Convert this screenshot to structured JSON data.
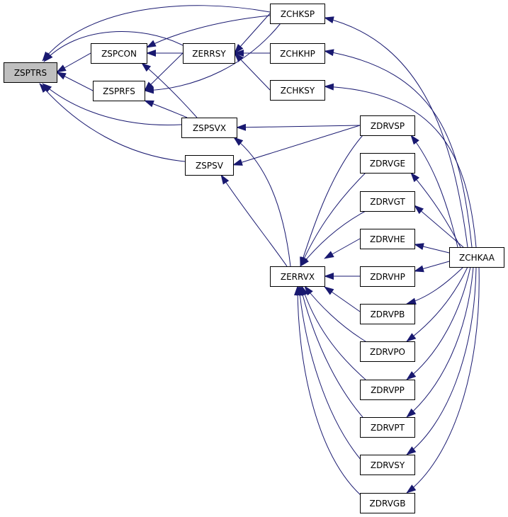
{
  "colors": {
    "edge": "#191970",
    "highlight_fill": "#bfbfbf",
    "node_fill": "#ffffff",
    "node_border": "#000000"
  },
  "nodes": [
    {
      "id": "ZSPTRS",
      "label": "ZSPTRS",
      "highlight": true
    },
    {
      "id": "ZSPCON",
      "label": "ZSPCON"
    },
    {
      "id": "ZSPRFS",
      "label": "ZSPRFS"
    },
    {
      "id": "ZERRSY",
      "label": "ZERRSY"
    },
    {
      "id": "ZSPSVX",
      "label": "ZSPSVX"
    },
    {
      "id": "ZSPSV",
      "label": "ZSPSV"
    },
    {
      "id": "ZCHKSP",
      "label": "ZCHKSP"
    },
    {
      "id": "ZCHKHP",
      "label": "ZCHKHP"
    },
    {
      "id": "ZCHKSY",
      "label": "ZCHKSY"
    },
    {
      "id": "ZERRVX",
      "label": "ZERRVX"
    },
    {
      "id": "ZDRVSP",
      "label": "ZDRVSP"
    },
    {
      "id": "ZDRVGE",
      "label": "ZDRVGE"
    },
    {
      "id": "ZDRVGT",
      "label": "ZDRVGT"
    },
    {
      "id": "ZDRVHE",
      "label": "ZDRVHE"
    },
    {
      "id": "ZDRVHP",
      "label": "ZDRVHP"
    },
    {
      "id": "ZDRVPB",
      "label": "ZDRVPB"
    },
    {
      "id": "ZDRVPO",
      "label": "ZDRVPO"
    },
    {
      "id": "ZDRVPP",
      "label": "ZDRVPP"
    },
    {
      "id": "ZDRVPT",
      "label": "ZDRVPT"
    },
    {
      "id": "ZDRVSY",
      "label": "ZDRVSY"
    },
    {
      "id": "ZDRVGB",
      "label": "ZDRVGB"
    },
    {
      "id": "ZCHKAA",
      "label": "ZCHKAA"
    }
  ],
  "edges": [
    {
      "from": "ZCHKSP",
      "to": "ZSPTRS"
    },
    {
      "from": "ZSPCON",
      "to": "ZSPTRS"
    },
    {
      "from": "ZERRSY",
      "to": "ZSPTRS"
    },
    {
      "from": "ZSPRFS",
      "to": "ZSPTRS"
    },
    {
      "from": "ZSPSVX",
      "to": "ZSPTRS"
    },
    {
      "from": "ZSPSV",
      "to": "ZSPTRS"
    },
    {
      "from": "ZCHKSP",
      "to": "ZSPCON"
    },
    {
      "from": "ZERRSY",
      "to": "ZSPCON"
    },
    {
      "from": "ZSPSVX",
      "to": "ZSPCON"
    },
    {
      "from": "ZCHKSP",
      "to": "ZSPRFS"
    },
    {
      "from": "ZERRSY",
      "to": "ZSPRFS"
    },
    {
      "from": "ZSPSVX",
      "to": "ZSPRFS"
    },
    {
      "from": "ZCHKSP",
      "to": "ZERRSY"
    },
    {
      "from": "ZCHKHP",
      "to": "ZERRSY"
    },
    {
      "from": "ZCHKSY",
      "to": "ZERRSY"
    },
    {
      "from": "ZDRVSP",
      "to": "ZSPSVX"
    },
    {
      "from": "ZERRVX",
      "to": "ZSPSVX"
    },
    {
      "from": "ZDRVSP",
      "to": "ZSPSV"
    },
    {
      "from": "ZERRVX",
      "to": "ZSPSV"
    },
    {
      "from": "ZDRVSP",
      "to": "ZERRVX"
    },
    {
      "from": "ZDRVGE",
      "to": "ZERRVX"
    },
    {
      "from": "ZDRVGT",
      "to": "ZERRVX"
    },
    {
      "from": "ZDRVHE",
      "to": "ZERRVX"
    },
    {
      "from": "ZDRVHP",
      "to": "ZERRVX"
    },
    {
      "from": "ZDRVPB",
      "to": "ZERRVX"
    },
    {
      "from": "ZDRVPO",
      "to": "ZERRVX"
    },
    {
      "from": "ZDRVPP",
      "to": "ZERRVX"
    },
    {
      "from": "ZDRVPT",
      "to": "ZERRVX"
    },
    {
      "from": "ZDRVSY",
      "to": "ZERRVX"
    },
    {
      "from": "ZDRVGB",
      "to": "ZERRVX"
    },
    {
      "from": "ZCHKAA",
      "to": "ZCHKSP"
    },
    {
      "from": "ZCHKAA",
      "to": "ZCHKHP"
    },
    {
      "from": "ZCHKAA",
      "to": "ZCHKSY"
    },
    {
      "from": "ZCHKAA",
      "to": "ZDRVSP"
    },
    {
      "from": "ZCHKAA",
      "to": "ZDRVGE"
    },
    {
      "from": "ZCHKAA",
      "to": "ZDRVGT"
    },
    {
      "from": "ZCHKAA",
      "to": "ZDRVHE"
    },
    {
      "from": "ZCHKAA",
      "to": "ZDRVHP"
    },
    {
      "from": "ZCHKAA",
      "to": "ZDRVPB"
    },
    {
      "from": "ZCHKAA",
      "to": "ZDRVPO"
    },
    {
      "from": "ZCHKAA",
      "to": "ZDRVPP"
    },
    {
      "from": "ZCHKAA",
      "to": "ZDRVPT"
    },
    {
      "from": "ZCHKAA",
      "to": "ZDRVSY"
    },
    {
      "from": "ZCHKAA",
      "to": "ZDRVGB"
    }
  ]
}
